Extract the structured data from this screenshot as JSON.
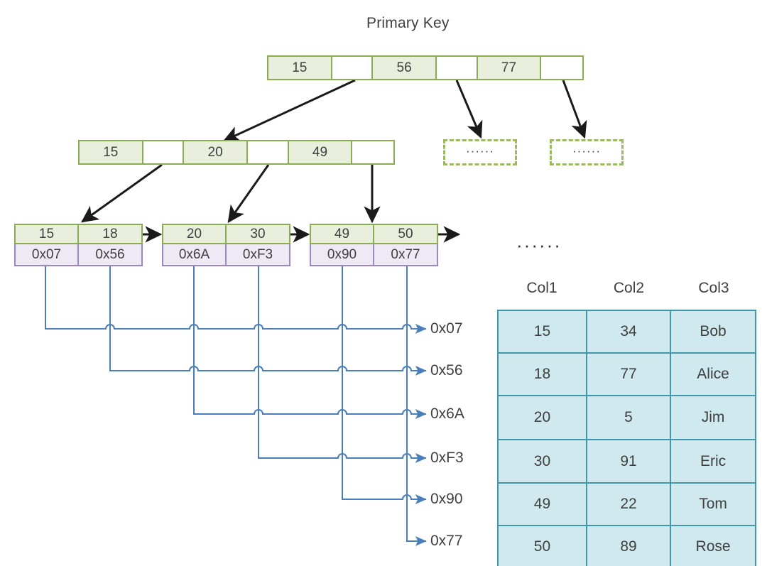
{
  "title": "Primary Key",
  "colors": {
    "node_border": "#8aad52",
    "node_fill": "#e9efdc",
    "pointer_border": "#9b87c4",
    "pointer_fill": "#eeeaf5",
    "table_border": "#3f97a9",
    "table_fill": "#cfe9ef",
    "wire": "#4a7ebb",
    "arrow": "#1a1a1a"
  },
  "root_node": {
    "name": "root-node",
    "cells": [
      {
        "label": "15",
        "filled": true
      },
      {
        "label": "",
        "filled": false
      },
      {
        "label": "56",
        "filled": true
      },
      {
        "label": "",
        "filled": false
      },
      {
        "label": "77",
        "filled": true
      },
      {
        "label": "",
        "filled": false
      }
    ]
  },
  "internal_node": {
    "name": "internal-node",
    "cells": [
      {
        "label": "15",
        "filled": true
      },
      {
        "label": "",
        "filled": false
      },
      {
        "label": "20",
        "filled": true
      },
      {
        "label": "",
        "filled": false
      },
      {
        "label": "49",
        "filled": true
      },
      {
        "label": "",
        "filled": false
      }
    ]
  },
  "dashed_boxes": [
    {
      "name": "dashed-box-1",
      "label": "······"
    },
    {
      "name": "dashed-box-2",
      "label": "······"
    }
  ],
  "leaf_nodes": [
    {
      "name": "leaf-node-1",
      "keys": [
        "15",
        "18"
      ],
      "pointers": [
        "0x07",
        "0x56"
      ]
    },
    {
      "name": "leaf-node-2",
      "keys": [
        "20",
        "30"
      ],
      "pointers": [
        "0x6A",
        "0xF3"
      ]
    },
    {
      "name": "leaf-node-3",
      "keys": [
        "49",
        "50"
      ],
      "pointers": [
        "0x90",
        "0x77"
      ]
    }
  ],
  "leaf_ellipsis": "······",
  "addresses": [
    {
      "name": "address-label-0x07",
      "label": "0x07"
    },
    {
      "name": "address-label-0x56",
      "label": "0x56"
    },
    {
      "name": "address-label-0x6A",
      "label": "0x6A"
    },
    {
      "name": "address-label-0xF3",
      "label": "0xF3"
    },
    {
      "name": "address-label-0x90",
      "label": "0x90"
    },
    {
      "name": "address-label-0x77",
      "label": "0x77"
    }
  ],
  "data_table": {
    "headers": [
      "Col1",
      "Col2",
      "Col3"
    ],
    "rows": [
      [
        "15",
        "34",
        "Bob"
      ],
      [
        "18",
        "77",
        "Alice"
      ],
      [
        "20",
        "5",
        "Jim"
      ],
      [
        "30",
        "91",
        "Eric"
      ],
      [
        "49",
        "22",
        "Tom"
      ],
      [
        "50",
        "89",
        "Rose"
      ]
    ]
  }
}
